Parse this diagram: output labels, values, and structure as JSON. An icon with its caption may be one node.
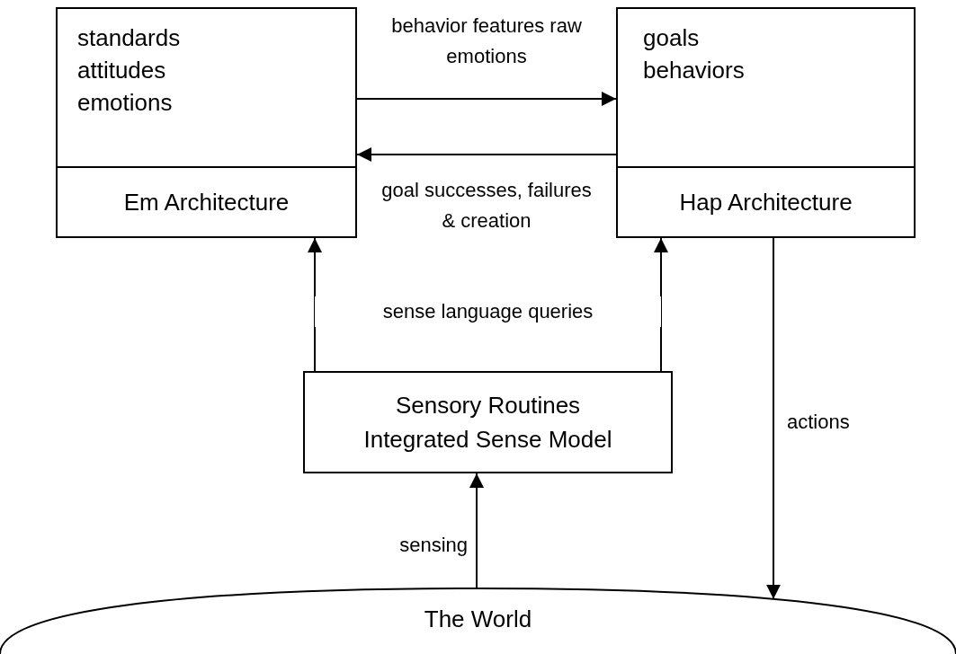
{
  "diagram": {
    "nodes": [
      {
        "text": [
          "standards",
          "attitudes",
          "emotions",
          "Em Architecture"
        ]
      },
      {
        "text": [
          "goals",
          "behaviors",
          "Hap Architecture"
        ]
      },
      {
        "text": [
          "Sensory Routines",
          "Integrated Sense Model"
        ]
      },
      {
        "text": [
          "The World"
        ]
      }
    ],
    "edges": [
      {
        "from": 0,
        "to": 1,
        "arrow": "to",
        "label": "behavior features raw emotions"
      },
      {
        "from": 1,
        "to": 0,
        "arrow": "to",
        "label": "goal successes, failures & creation"
      },
      {
        "from": 2,
        "to": 0,
        "arrow": "to",
        "label": "sense language queries"
      },
      {
        "from": 2,
        "to": 1,
        "arrow": "to"
      },
      {
        "from": 3,
        "to": 2,
        "arrow": "to",
        "label": "sensing"
      },
      {
        "from": 1,
        "to": 3,
        "arrow": "to",
        "label": "actions"
      }
    ]
  }
}
